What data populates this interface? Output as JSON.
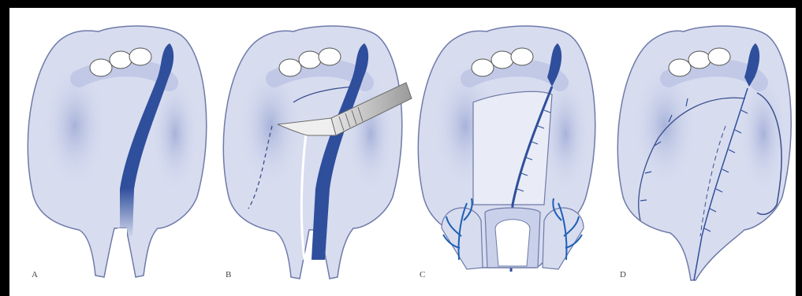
{
  "panels": [
    {
      "label": "A"
    },
    {
      "label": "B"
    },
    {
      "label": "C"
    },
    {
      "label": "D"
    }
  ],
  "colors": {
    "palate_fill": "#d7dcef",
    "palate_edge": "#6f7aa8",
    "shade": "#aeb8dd",
    "cleft_blue": "#2f4e9c",
    "vessel_blue": "#1d60b5",
    "instrument": "#b8b8b8",
    "frame": "#000000"
  },
  "icons": [
    "scalpel-icon"
  ]
}
